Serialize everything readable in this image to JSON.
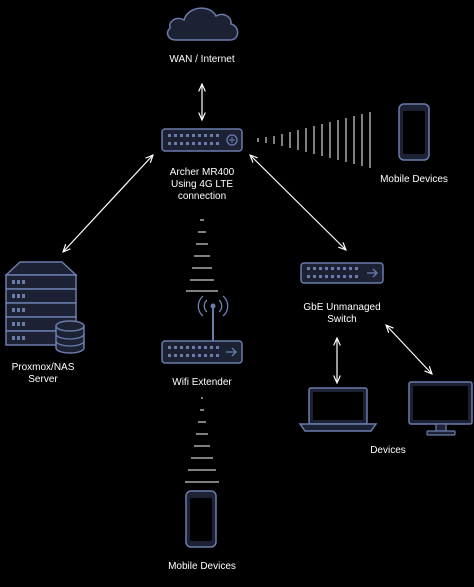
{
  "nodes": {
    "wan": {
      "label": "WAN / Internet",
      "icon": "cloud-icon"
    },
    "router": {
      "label_lines": [
        "Archer MR400",
        "Using 4G LTE",
        "connection"
      ],
      "icon": "router-icon"
    },
    "mobile_top": {
      "label": "Mobile Devices",
      "icon": "smartphone-icon"
    },
    "server": {
      "label_lines": [
        "Proxmox/NAS",
        "Server"
      ],
      "icon": "server-rack-icon"
    },
    "switch": {
      "label_lines": [
        "GbE Unmanaged",
        "Switch"
      ],
      "icon": "network-switch-icon"
    },
    "extender": {
      "label": "Wifi Extender",
      "icon": "wifi-extender-icon"
    },
    "devices": {
      "label": "Devices",
      "icons": [
        "laptop-icon",
        "monitor-icon"
      ]
    },
    "mobile_bottom": {
      "label": "Mobile Devices",
      "icon": "smartphone-icon"
    }
  },
  "colors": {
    "background": "#000000",
    "icon_fill": "#1c2234",
    "icon_stroke": "#6b7cab",
    "arrow": "#ffffff",
    "text": "#ffffff"
  }
}
